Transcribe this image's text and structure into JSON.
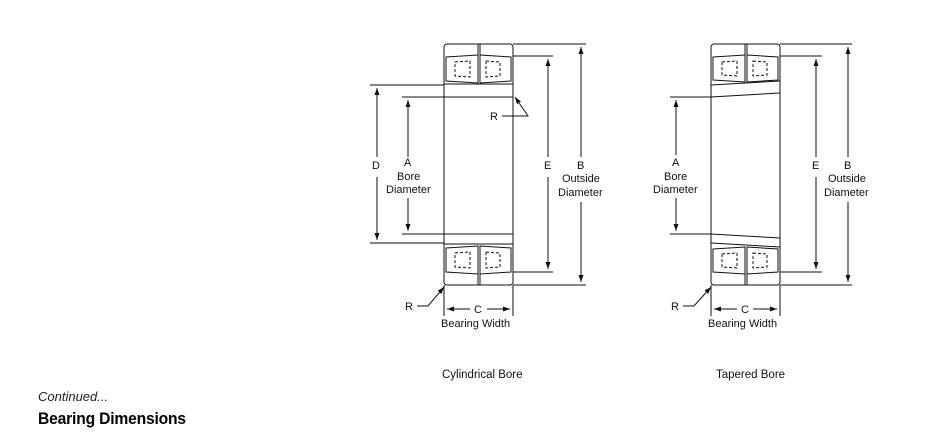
{
  "cylindrical": {
    "caption": "Cylindrical Bore",
    "labels": {
      "D": "D",
      "A": "A",
      "bore1": "Bore",
      "bore2": "Diameter",
      "E": "E",
      "B": "B",
      "outside1": "Outside",
      "outside2": "Diameter",
      "R_top": "R",
      "R_bottom": "R",
      "C": "C",
      "width": "Bearing Width"
    }
  },
  "tapered": {
    "caption": "Tapered Bore",
    "labels": {
      "A": "A",
      "bore1": "Bore",
      "bore2": "Diameter",
      "E": "E",
      "B": "B",
      "outside1": "Outside",
      "outside2": "Diameter",
      "R": "R",
      "C": "C",
      "width": "Bearing Width"
    }
  },
  "footer": {
    "continued": "Continued...",
    "heading": "Bearing Dimensions"
  }
}
